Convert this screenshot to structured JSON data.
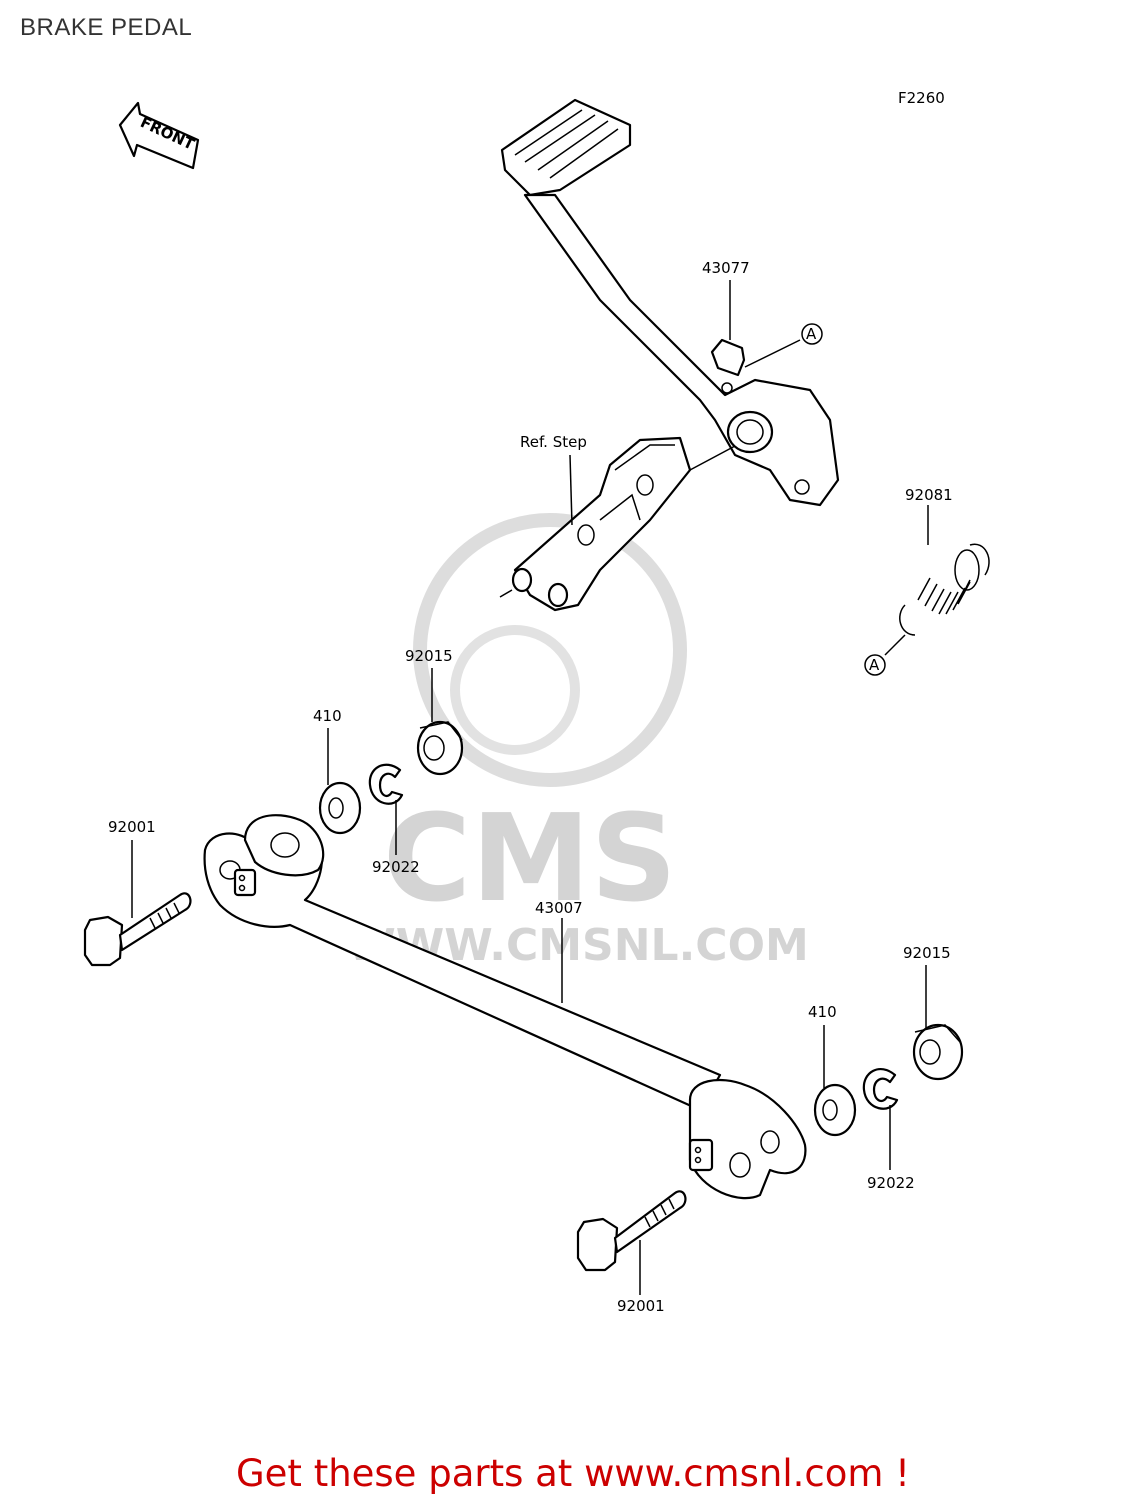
{
  "title": "BRAKE PEDAL",
  "figure_code": "F2260",
  "front_label": "FRONT",
  "ref_note": "Ref. Step",
  "marker": "A",
  "parts": {
    "brake_pedal": "43077",
    "return_spring": "92081",
    "nut_upper": "92015",
    "washer_upper": "410",
    "lock_washer_upper": "92022",
    "bolt_upper": "92001",
    "rod": "43007",
    "nut_lower": "92015",
    "washer_lower": "410",
    "lock_washer_lower": "92022",
    "bolt_lower": "92001"
  },
  "watermark": {
    "brand": "CMS",
    "url": "WWW.CMSNL.COM"
  },
  "footer_text": "Get these parts at www.cmsnl.com !"
}
